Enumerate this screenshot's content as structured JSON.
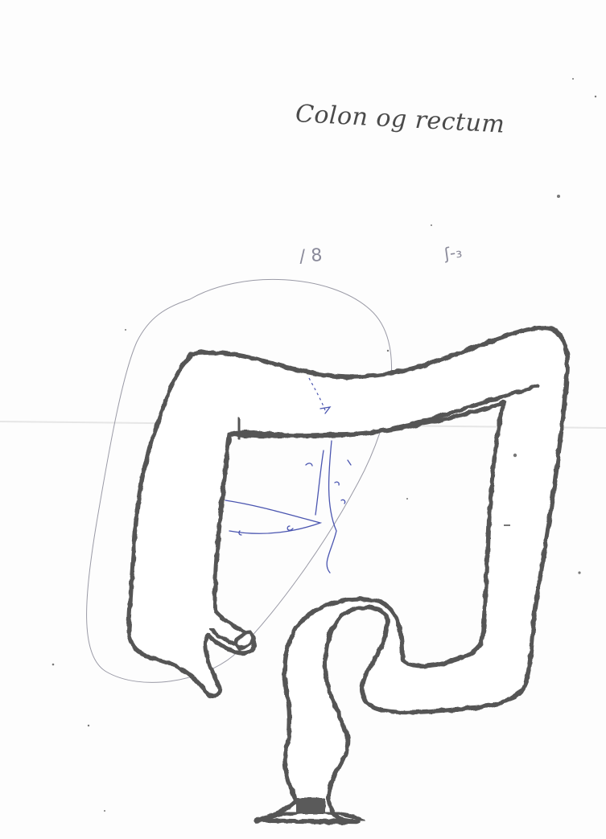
{
  "document": {
    "title": "Colon og rectum",
    "handwritten_notes": [
      "/ 8",
      "ʃ-₃"
    ]
  }
}
